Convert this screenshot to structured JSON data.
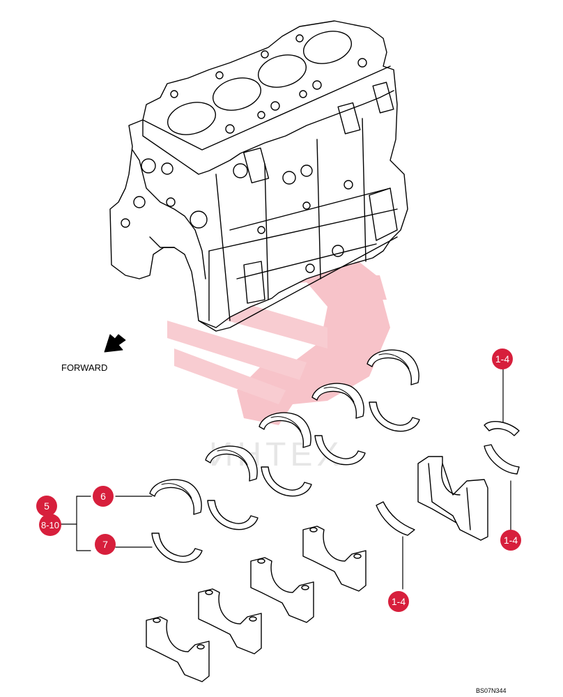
{
  "direction_label": "FORWARD",
  "drawing_code": "BS07N344",
  "watermark": {
    "text": "ИНТЕХ",
    "color": "#f2a3ad",
    "icon": "gear-wrench-logo"
  },
  "callout_color": "#d71f3c",
  "callouts": {
    "c1": "1-4",
    "c2": "1-4",
    "c3": "1-4",
    "c5": "5",
    "c6": "6",
    "c7": "7",
    "c8": "8-10"
  }
}
